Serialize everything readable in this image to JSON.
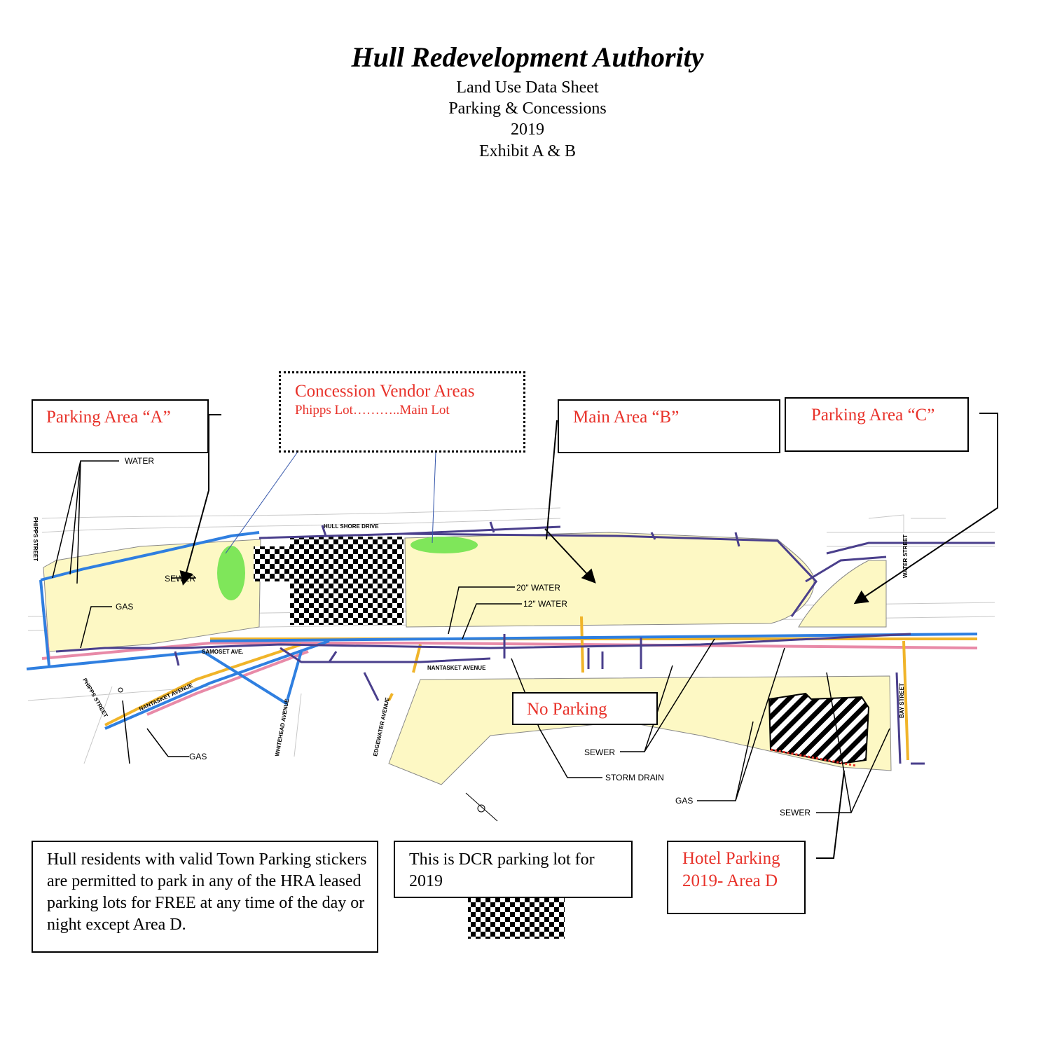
{
  "header": {
    "title": "Hull Redevelopment Authority",
    "line1": "Land Use Data Sheet",
    "line2": "Parking & Concessions",
    "line3": "2019",
    "line4": "Exhibit A & B"
  },
  "labels": {
    "concession_title": "Concession Vendor Areas",
    "concession_sub": "Phipps Lot………..Main Lot",
    "parking_a": "Parking Area “A”",
    "main_b": "Main Area “B”",
    "parking_c": "Parking Area “C”",
    "no_parking": "No Parking",
    "hotel_line1": "Hotel Parking",
    "hotel_line2": "2019- Area D"
  },
  "notes": {
    "residents": "Hull residents with valid Town Parking stickers are permitted to park in any of the HRA leased parking lots for FREE at any time of the day or night except Area D.",
    "dcr": "This is DCR parking lot  for 2019"
  },
  "utilities": {
    "water": "WATER",
    "sewer": "SEWER",
    "gas": "GAS",
    "water20": "20\" WATER",
    "water12": "12\" WATER",
    "sewer2": "SEWER",
    "storm": "STORM DRAIN",
    "gas2": "GAS",
    "gas3": "GAS",
    "sewer3": "SEWER"
  },
  "streets": {
    "phipps1": "PHIPPS STREET",
    "phipps2": "PHIPPS STREET",
    "hull_shore": "HULL   SHORE   DRIVE",
    "samoset": "SAMOSET AVE.",
    "nantasket1": "NANTASKET AVENUE",
    "nantasket2": "NANTASKET   AVENUE",
    "whitehead": "WHITEHEAD AVENUE",
    "edgewater": "EDGEWATER AVENUE",
    "water_st": "WATER STREET",
    "bay_st": "BAY STREET"
  },
  "colors": {
    "label_red": "#e8322a",
    "lot_fill": "#fdf8c4",
    "vendor_green": "#7fe65a",
    "water_blue": "#2f7fe0",
    "sewer_purple": "#4a3f8c",
    "gas_pink": "#e88aa8",
    "gold": "#f0b429"
  }
}
